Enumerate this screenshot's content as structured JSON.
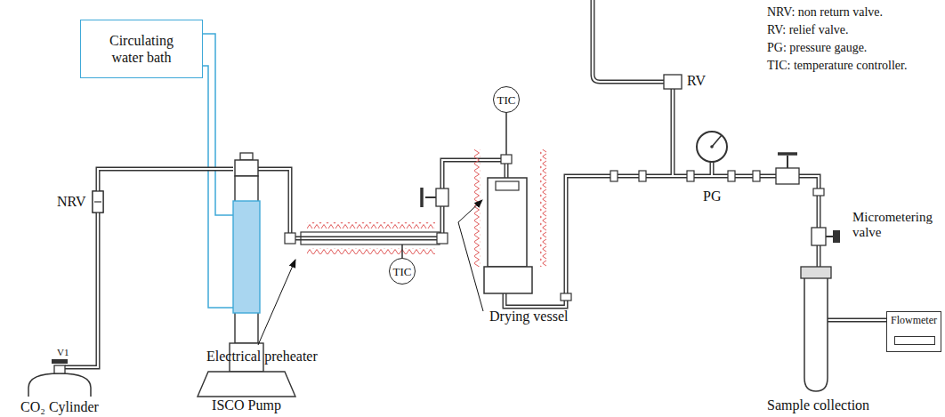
{
  "diagram": {
    "nodes": [
      {
        "text": [
          "Circulating water bath"
        ]
      },
      {
        "text": [
          "TIC"
        ]
      },
      {
        "text": [
          "TIC"
        ]
      },
      {
        "text": [
          "Flowmeter"
        ]
      },
      {
        "text": [
          "CO₂ Cylinder"
        ]
      },
      {
        "text": [
          "ISCO Pump"
        ]
      }
    ],
    "edges": [
      {
        "from": 0,
        "to": 5,
        "arrow": "none"
      },
      {
        "from": 0,
        "to": 5,
        "arrow": "none"
      },
      {
        "from": 4,
        "to": 5,
        "arrow": "none"
      }
    ],
    "labels": [
      "NRV",
      "V1",
      "Electrical preheater",
      "Drying vessel",
      "RV",
      "PG",
      "Micrometering valve",
      "Sample collection",
      "NRV: non return valve.",
      "RV: relief valve.",
      "PG: pressure gauge.",
      "TIC: temperature controller."
    ]
  }
}
